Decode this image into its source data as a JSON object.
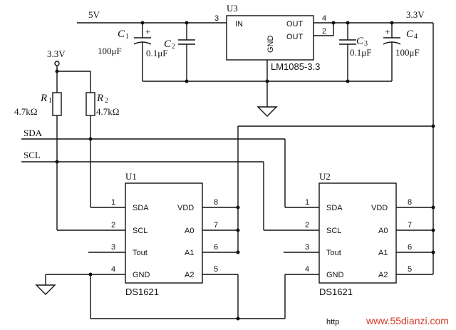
{
  "rails": {
    "in_voltage": "5V",
    "out_voltage": "3.3V",
    "pullup_voltage": "3.3V"
  },
  "regulator": {
    "ref": "U3",
    "part": "LM1085-3.3",
    "pin_in": "IN",
    "pin_out1": "OUT",
    "pin_out2": "OUT",
    "pin_gnd": "GND",
    "pin_in_num": "3",
    "pin_out1_num": "4",
    "pin_out2_num": "2"
  },
  "capacitors": [
    {
      "ref": "C",
      "sub": "1",
      "value": "100μF",
      "polarity": "+"
    },
    {
      "ref": "C",
      "sub": "2",
      "value": "0.1μF"
    },
    {
      "ref": "C",
      "sub": "3",
      "value": "0.1μF"
    },
    {
      "ref": "C",
      "sub": "4",
      "value": "100μF",
      "polarity": "+"
    }
  ],
  "resistors": [
    {
      "ref": "R",
      "sub": "1",
      "value": "4.7kΩ"
    },
    {
      "ref": "R",
      "sub": "2",
      "value": "4.7kΩ"
    }
  ],
  "buses": {
    "sda": "SDA",
    "scl": "SCL"
  },
  "chips": [
    {
      "ref": "U1",
      "part": "DS1621",
      "left_pins": [
        {
          "num": "1",
          "name": "SDA"
        },
        {
          "num": "2",
          "name": "SCL"
        },
        {
          "num": "3",
          "name": "Tout"
        },
        {
          "num": "4",
          "name": "GND"
        }
      ],
      "right_pins": [
        {
          "num": "8",
          "name": "VDD"
        },
        {
          "num": "7",
          "name": "A0"
        },
        {
          "num": "6",
          "name": "A1"
        },
        {
          "num": "5",
          "name": "A2"
        }
      ]
    },
    {
      "ref": "U2",
      "part": "DS1621",
      "left_pins": [
        {
          "num": "1",
          "name": "SDA"
        },
        {
          "num": "2",
          "name": "SCL"
        },
        {
          "num": "3",
          "name": "Tout"
        },
        {
          "num": "4",
          "name": "GND"
        }
      ],
      "right_pins": [
        {
          "num": "8",
          "name": "VDD"
        },
        {
          "num": "7",
          "name": "A0"
        },
        {
          "num": "6",
          "name": "A1"
        },
        {
          "num": "5",
          "name": "A2"
        }
      ]
    }
  ],
  "watermark": {
    "prefix": "http",
    "site": "www.55dianzi.com"
  },
  "colors": {
    "ink": "#111111",
    "watermark": "#d23a2a"
  }
}
